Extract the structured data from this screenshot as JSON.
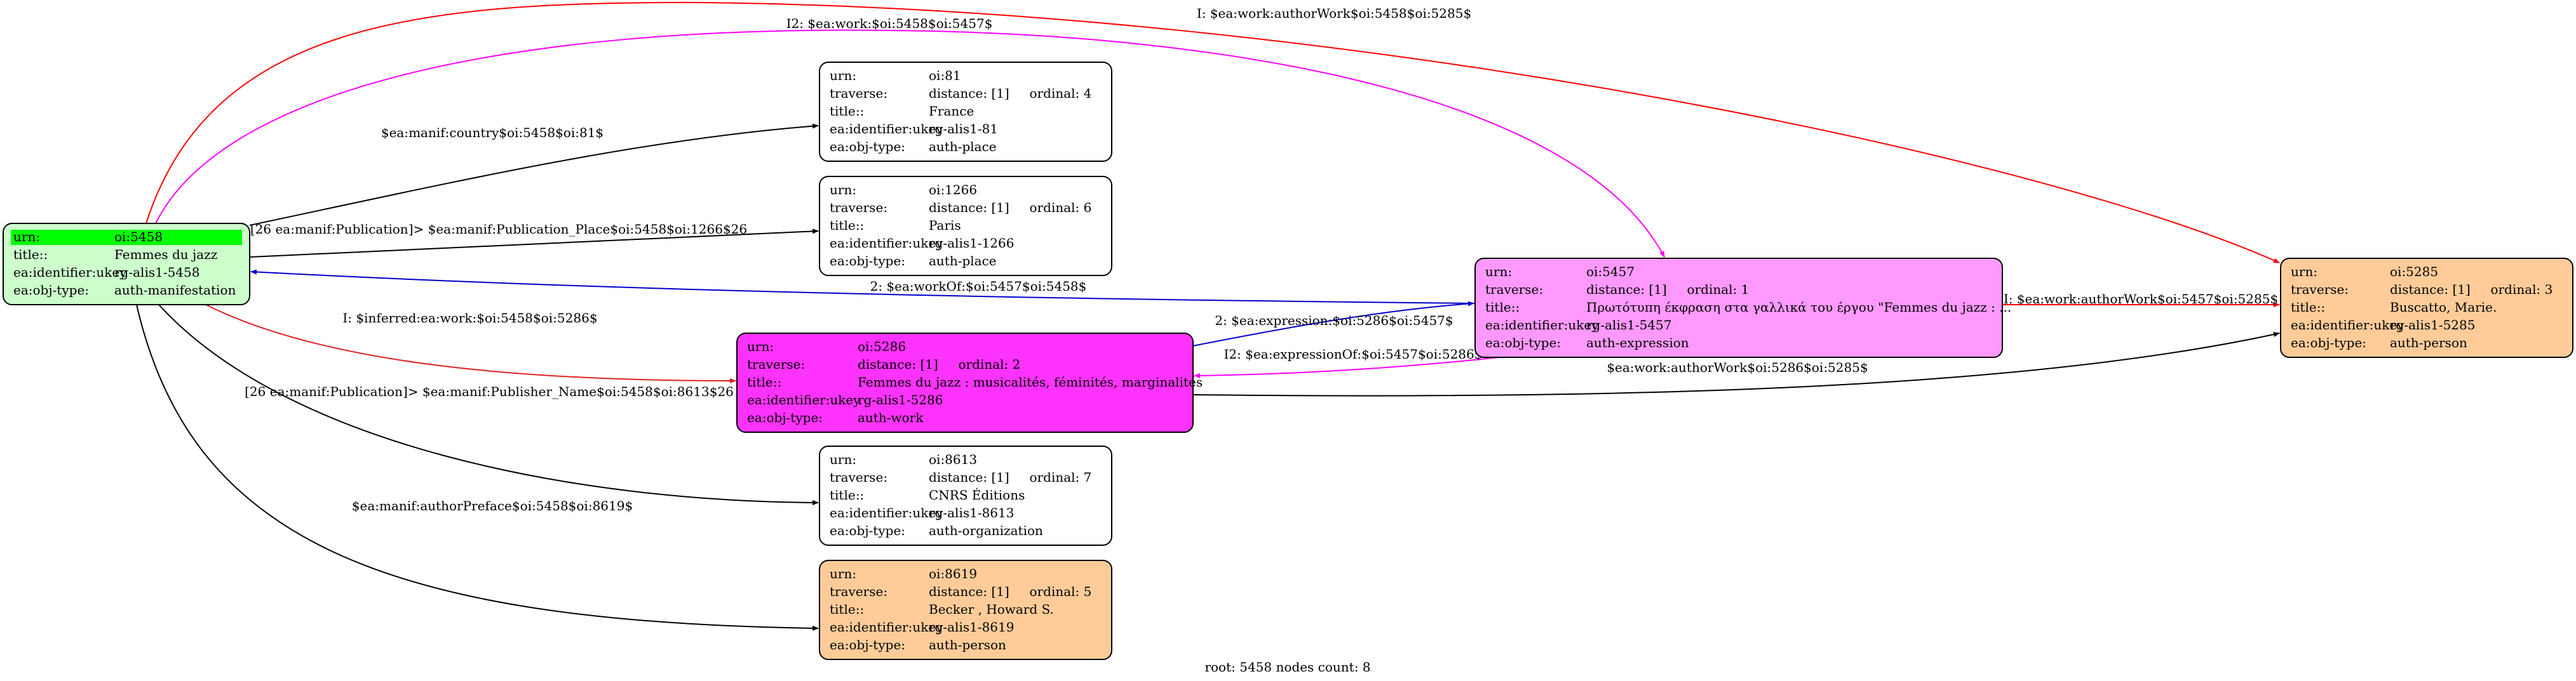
{
  "footer": "root: 5458 nodes count: 8",
  "nodes": [
    {
      "id": "n5458",
      "fill": "#ccffcc",
      "highlight": "#00ff00",
      "rows": [
        [
          "urn:",
          "oi:5458"
        ],
        [
          "title::",
          "Femmes du jazz"
        ],
        [
          "ea:identifier:ukey",
          "rg-alis1-5458"
        ],
        [
          "ea:obj-type:",
          "auth-manifestation"
        ]
      ]
    },
    {
      "id": "n81",
      "fill": "#ffffff",
      "rows": [
        [
          "urn:",
          "oi:81"
        ],
        [
          "traverse:",
          "distance: [1]     ordinal: 4"
        ],
        [
          "title::",
          "France"
        ],
        [
          "ea:identifier:ukey",
          "rg-alis1-81"
        ],
        [
          "ea:obj-type:",
          "auth-place"
        ]
      ]
    },
    {
      "id": "n1266",
      "fill": "#ffffff",
      "rows": [
        [
          "urn:",
          "oi:1266"
        ],
        [
          "traverse:",
          "distance: [1]     ordinal: 6"
        ],
        [
          "title::",
          "Paris"
        ],
        [
          "ea:identifier:ukey",
          "rg-alis1-1266"
        ],
        [
          "ea:obj-type:",
          "auth-place"
        ]
      ]
    },
    {
      "id": "n5457",
      "fill": "#ff99ff",
      "rows": [
        [
          "urn:",
          "oi:5457"
        ],
        [
          "traverse:",
          "distance: [1]     ordinal: 1"
        ],
        [
          "title::",
          "Πρωτότυπη έκφραση στα γαλλικά του έργου \"Femmes du jazz : ..."
        ],
        [
          "ea:identifier:ukey",
          "rg-alis1-5457"
        ],
        [
          "ea:obj-type:",
          "auth-expression"
        ]
      ]
    },
    {
      "id": "n5285",
      "fill": "#ffcc99",
      "rows": [
        [
          "urn:",
          "oi:5285"
        ],
        [
          "traverse:",
          "distance: [1]     ordinal: 3"
        ],
        [
          "title::",
          "Buscatto, Marie."
        ],
        [
          "ea:identifier:ukey",
          "rg-alis1-5285"
        ],
        [
          "ea:obj-type:",
          "auth-person"
        ]
      ]
    },
    {
      "id": "n5286",
      "fill": "#ff33ff",
      "rows": [
        [
          "urn:",
          "oi:5286"
        ],
        [
          "traverse:",
          "distance: [1]     ordinal: 2"
        ],
        [
          "title::",
          "Femmes du jazz : musicalités, féminités, marginalités"
        ],
        [
          "ea:identifier:ukey",
          "rg-alis1-5286"
        ],
        [
          "ea:obj-type:",
          "auth-work"
        ]
      ]
    },
    {
      "id": "n8613",
      "fill": "#ffffff",
      "rows": [
        [
          "urn:",
          "oi:8613"
        ],
        [
          "traverse:",
          "distance: [1]     ordinal: 7"
        ],
        [
          "title::",
          "CNRS Éditions"
        ],
        [
          "ea:identifier:ukey",
          "rg-alis1-8613"
        ],
        [
          "ea:obj-type:",
          "auth-organization"
        ]
      ]
    },
    {
      "id": "n8619",
      "fill": "#ffcc99",
      "rows": [
        [
          "urn:",
          "oi:8619"
        ],
        [
          "traverse:",
          "distance: [1]     ordinal: 5"
        ],
        [
          "title::",
          "Becker , Howard S."
        ],
        [
          "ea:identifier:ukey",
          "rg-alis1-8619"
        ],
        [
          "ea:obj-type:",
          "auth-person"
        ]
      ]
    }
  ],
  "edges": [
    {
      "id": "e-authorwork-5458-5285",
      "from": "n5458",
      "to": "n5285",
      "color": "#ff0000",
      "label": "I: $ea:work:authorWork$oi:5458$oi:5285$"
    },
    {
      "id": "e-i2work-5458-5457",
      "from": "n5458",
      "to": "n5457",
      "color": "#ff00ff",
      "label": "I2: $ea:work:$oi:5458$oi:5457$"
    },
    {
      "id": "e-country-5458-81",
      "from": "n5458",
      "to": "n81",
      "color": "#000000",
      "label": "$ea:manif:country$oi:5458$oi:81$"
    },
    {
      "id": "e-pubplace-5458-1266",
      "from": "n5458",
      "to": "n1266",
      "color": "#000000",
      "label": "[26 ea:manif:Publication]> $ea:manif:Publication_Place$oi:5458$oi:1266$26"
    },
    {
      "id": "e-workof-5457-5458",
      "from": "n5457",
      "to": "n5458",
      "color": "#0000cc",
      "label": "2: $ea:workOf:$oi:5457$oi:5458$"
    },
    {
      "id": "e-inferred-5458-5286",
      "from": "n5458",
      "to": "n5286",
      "color": "#dd2222",
      "label": "I: $inferred:ea:work:$oi:5458$oi:5286$"
    },
    {
      "id": "e-publisher-5458-8613",
      "from": "n5458",
      "to": "n8613",
      "color": "#000000",
      "label": "[26 ea:manif:Publication]> $ea:manif:Publisher_Name$oi:5458$oi:8613$26"
    },
    {
      "id": "e-preface-5458-8619",
      "from": "n5458",
      "to": "n8619",
      "color": "#000000",
      "label": "$ea:manif:authorPreface$oi:5458$oi:8619$"
    },
    {
      "id": "e-expression-5286-5457",
      "from": "n5286",
      "to": "n5457",
      "color": "#0000cc",
      "label": "2: $ea:expression:$oi:5286$oi:5457$"
    },
    {
      "id": "e-expressionof-5457-5286",
      "from": "n5457",
      "to": "n5286",
      "color": "#ff00ff",
      "label": "I2: $ea:expressionOf:$oi:5457$oi:5286$"
    },
    {
      "id": "e-authorwork-5457-5285",
      "from": "n5457",
      "to": "n5285",
      "color": "#ff0000",
      "label": "I: $ea:work:authorWork$oi:5457$oi:5285$"
    },
    {
      "id": "e-authorwork-5286-5285",
      "from": "n5286",
      "to": "n5285",
      "color": "#000000",
      "label": "$ea:work:authorWork$oi:5286$oi:5285$"
    }
  ]
}
